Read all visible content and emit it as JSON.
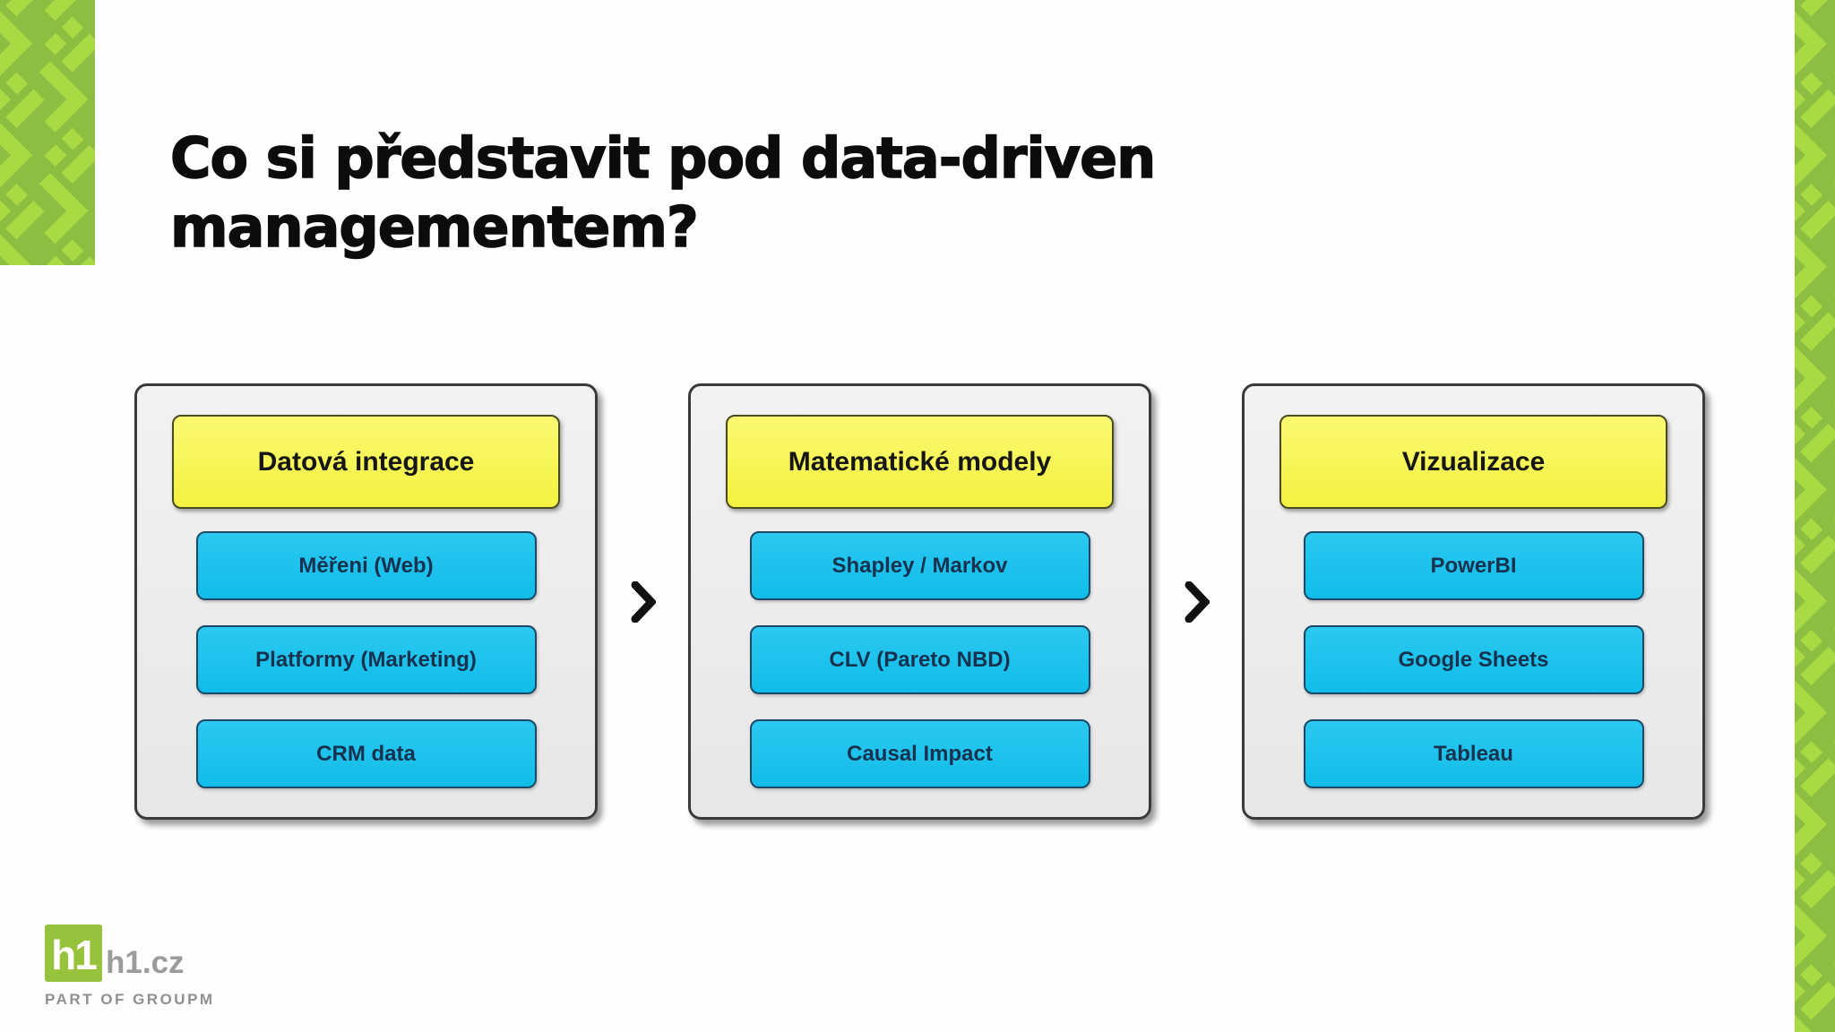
{
  "slide": {
    "title_line1": "Co si představit pod data-driven",
    "title_line2": "managementem?"
  },
  "diagram": {
    "columns": [
      {
        "header": "Datová integrace",
        "items": [
          "Měřeni (Web)",
          "Platformy (Marketing)",
          "CRM data"
        ]
      },
      {
        "header": "Matematické modely",
        "items": [
          "Shapley / Markov",
          "CLV (Pareto NBD)",
          "Causal Impact"
        ]
      },
      {
        "header": "Vizualizace",
        "items": [
          "PowerBI",
          "Google Sheets",
          "Tableau"
        ]
      }
    ],
    "arrow_icon": "chevron-right"
  },
  "footer": {
    "logo_mark": "h1",
    "logo_text": "h1.cz",
    "tagline": "PART OF GROUPM"
  },
  "colors": {
    "header_fill": "#F6F452",
    "header_border": "#4A4A22",
    "item_fill": "#16C2EC",
    "item_border": "#1C4A66",
    "item_text": "#16324F",
    "panel_fill": "#ECECEC",
    "panel_border": "#3A3A3A",
    "pattern_base": "#8CBE41",
    "pattern_accent": "#A9DA44",
    "logo_green": "#97C23C",
    "logo_gray": "#9B9B9B"
  }
}
